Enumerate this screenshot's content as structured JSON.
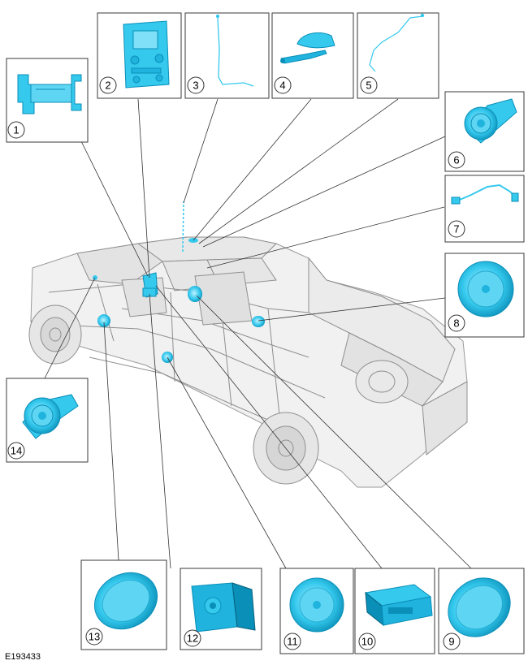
{
  "figure_code": "E193433",
  "callouts": [
    "1",
    "2",
    "3",
    "4",
    "5",
    "6",
    "7",
    "8",
    "9",
    "10",
    "11",
    "12",
    "13",
    "14"
  ],
  "colors": {
    "part": "#35c9ee",
    "part_dark": "#0a8fb8",
    "vehicle_line": "#8a8a8a",
    "frame": "#3a3a3a",
    "leader": "#333333"
  }
}
